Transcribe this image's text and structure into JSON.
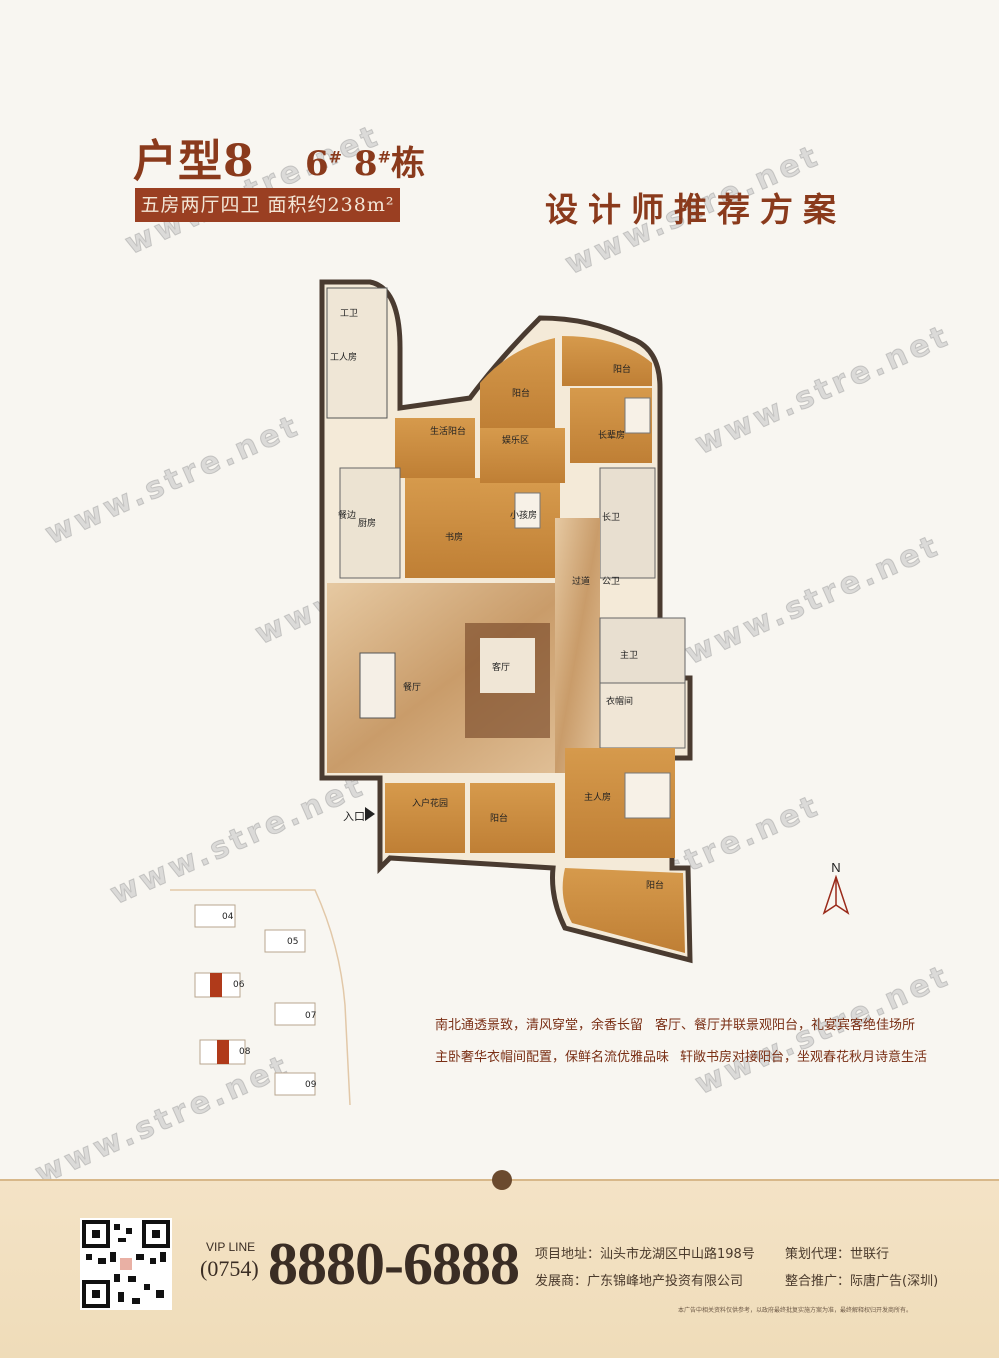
{
  "header": {
    "unit_type": "户型8",
    "building_a": "6",
    "building_a_sup": "#",
    "building_b": "8",
    "building_b_sup": "#",
    "building_suffix": "栋",
    "spec": "五房两厅四卫  面积约238m²",
    "designer_plan": "设计师推荐方案"
  },
  "rooms": {
    "worker_bath": "工卫",
    "worker_room": "工人房",
    "service_balcony": "生活阳台",
    "balcony_top": "阳台",
    "balcony_top_right": "阳台",
    "entertainment": "娱乐区",
    "elder_room": "长辈房",
    "kitchen": "厨房",
    "pantry": "餐边",
    "study": "书房",
    "child_room": "小孩房",
    "elder_bath": "长卫",
    "corridor": "过道",
    "public_bath": "公卫",
    "dining": "餐厅",
    "living": "客厅",
    "master_bath": "主卫",
    "walk_in_closet": "衣帽间",
    "master_bedroom": "主人房",
    "entry_garden": "入户花园",
    "balcony_front": "阳台",
    "balcony_master": "阳台",
    "entrance": "入口"
  },
  "compass": "N",
  "sitemap": [
    "04",
    "05",
    "06",
    "07",
    "08",
    "09"
  ],
  "features": {
    "f1": "南北通透景致，清风穿堂，余香长留",
    "f2": "客厅、餐厅并联景观阳台，礼宴宾客绝佳场所",
    "f3": "主卧奢华衣帽间配置，保鲜名流优雅品味",
    "f4": "轩敞书房对接阳台，坐观春花秋月诗意生活"
  },
  "footer": {
    "vip_label": "VIP LINE",
    "area_code": "(0754)",
    "phone": "8880-6888",
    "address_label": "项目地址：汕头市龙湖区中山路198号",
    "agent_label": "策划代理：世联行",
    "developer_label": "发展商：广东锦峰地产投资有限公司",
    "promo_label": "整合推广：际唐广告(深圳)",
    "disclaimer": "本广告中相关资料仅供参考，以政府最终批复实施方案为准，最终解释权归开发商所有。"
  },
  "watermark": "www.stre.net",
  "colors": {
    "brand": "#8a3a1c",
    "badge": "#9a3f22",
    "wood": "#c88a3c",
    "marble": "#d9b48a"
  }
}
